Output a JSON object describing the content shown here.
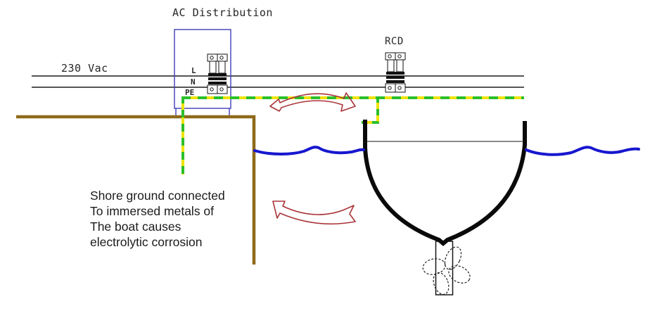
{
  "diagram": {
    "labels": {
      "ac_distribution": "AC Distribution",
      "voltage": "230 Vac",
      "rcd": "RCD",
      "terminal_l": "L",
      "terminal_n": "N",
      "terminal_pe": "PE"
    },
    "note_lines": [
      "Shore ground connected",
      "To immersed metals of",
      "The boat causes",
      "electrolytic corrosion"
    ],
    "colors": {
      "pe_yellow": "#f0e205",
      "pe_green": "#2cbf2c",
      "shore_brown": "#8f6a1a",
      "water_blue": "#1717cf",
      "box_blue": "#3f3fb8",
      "arrow_red": "#a93438"
    }
  }
}
